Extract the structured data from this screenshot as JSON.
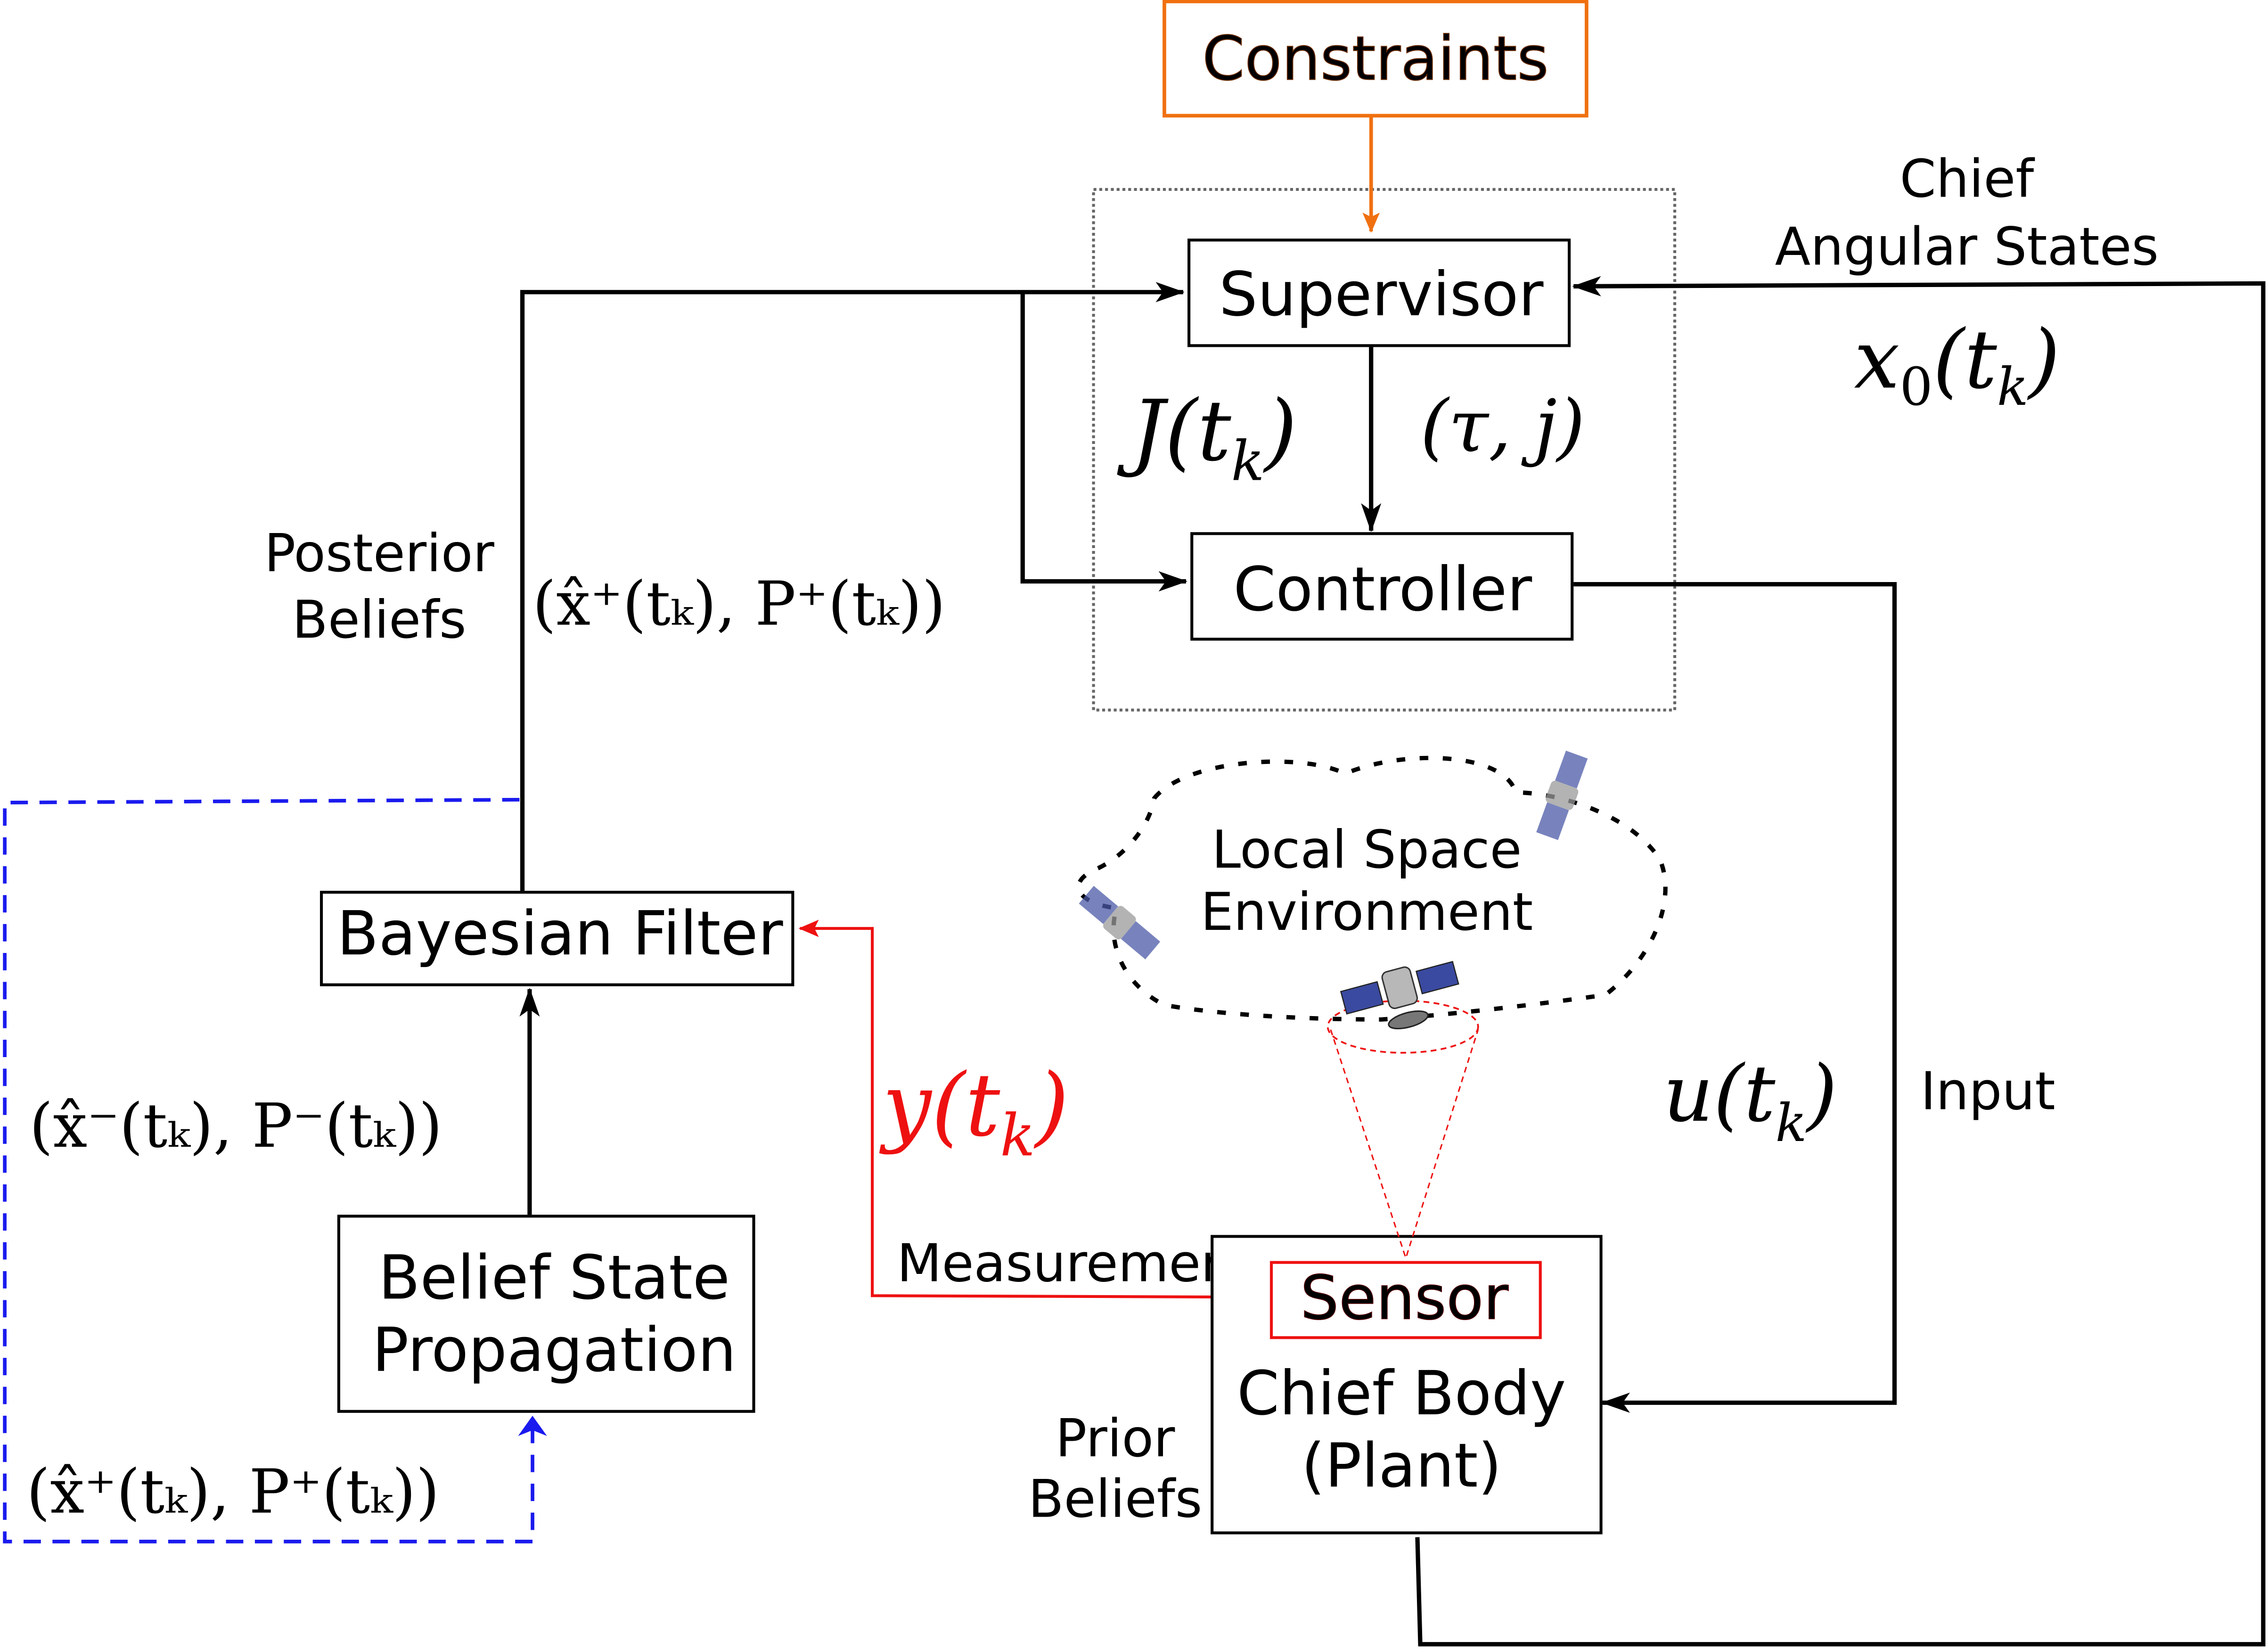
{
  "colors": {
    "constraints": "#f07010",
    "measurement": "#ee1111",
    "prior_loop": "#1a1aee",
    "line": "#000000"
  },
  "blocks": {
    "constraints": "Constraints",
    "supervisor": "Supervisor",
    "controller": "Controller",
    "bayesian_filter": "Bayesian Filter",
    "belief_state_propagation": [
      "Belief State",
      "Propagation"
    ],
    "sensor": "Sensor",
    "chief_body": [
      "Chief Body",
      "(Plant)"
    ],
    "local_space_environment": [
      "Local Space",
      "Environment"
    ]
  },
  "labels": {
    "chief_angular_states": [
      "Chief",
      "Angular States"
    ],
    "posterior_beliefs": [
      "Posterior",
      "Beliefs"
    ],
    "prior_beliefs": [
      "Prior",
      "Beliefs"
    ],
    "measurement": "Measurement",
    "input": "Input"
  },
  "math": {
    "x0_tk": {
      "base": "x",
      "sub": "0",
      "rest": "(t",
      "sub2": "k",
      "close": ")"
    },
    "J_tk": {
      "base": "J(t",
      "sub": "k",
      "close": ")"
    },
    "tau_j": "(τ, j)",
    "u_tk": {
      "base": "u(t",
      "sub": "k",
      "close": ")"
    },
    "y_tk": {
      "base": "y(t",
      "sub": "k",
      "close": ")"
    },
    "posterior_pair": "(x̂⁺(tₖ), P⁺(tₖ))",
    "prior_pair": "(x̂⁻(tₖ), P⁻(tₖ))",
    "prior_loop_pair": "(x̂⁺(tₖ), P⁺(tₖ))"
  },
  "icons": [
    "satellite-icon",
    "satellite-icon",
    "satellite-icon"
  ]
}
